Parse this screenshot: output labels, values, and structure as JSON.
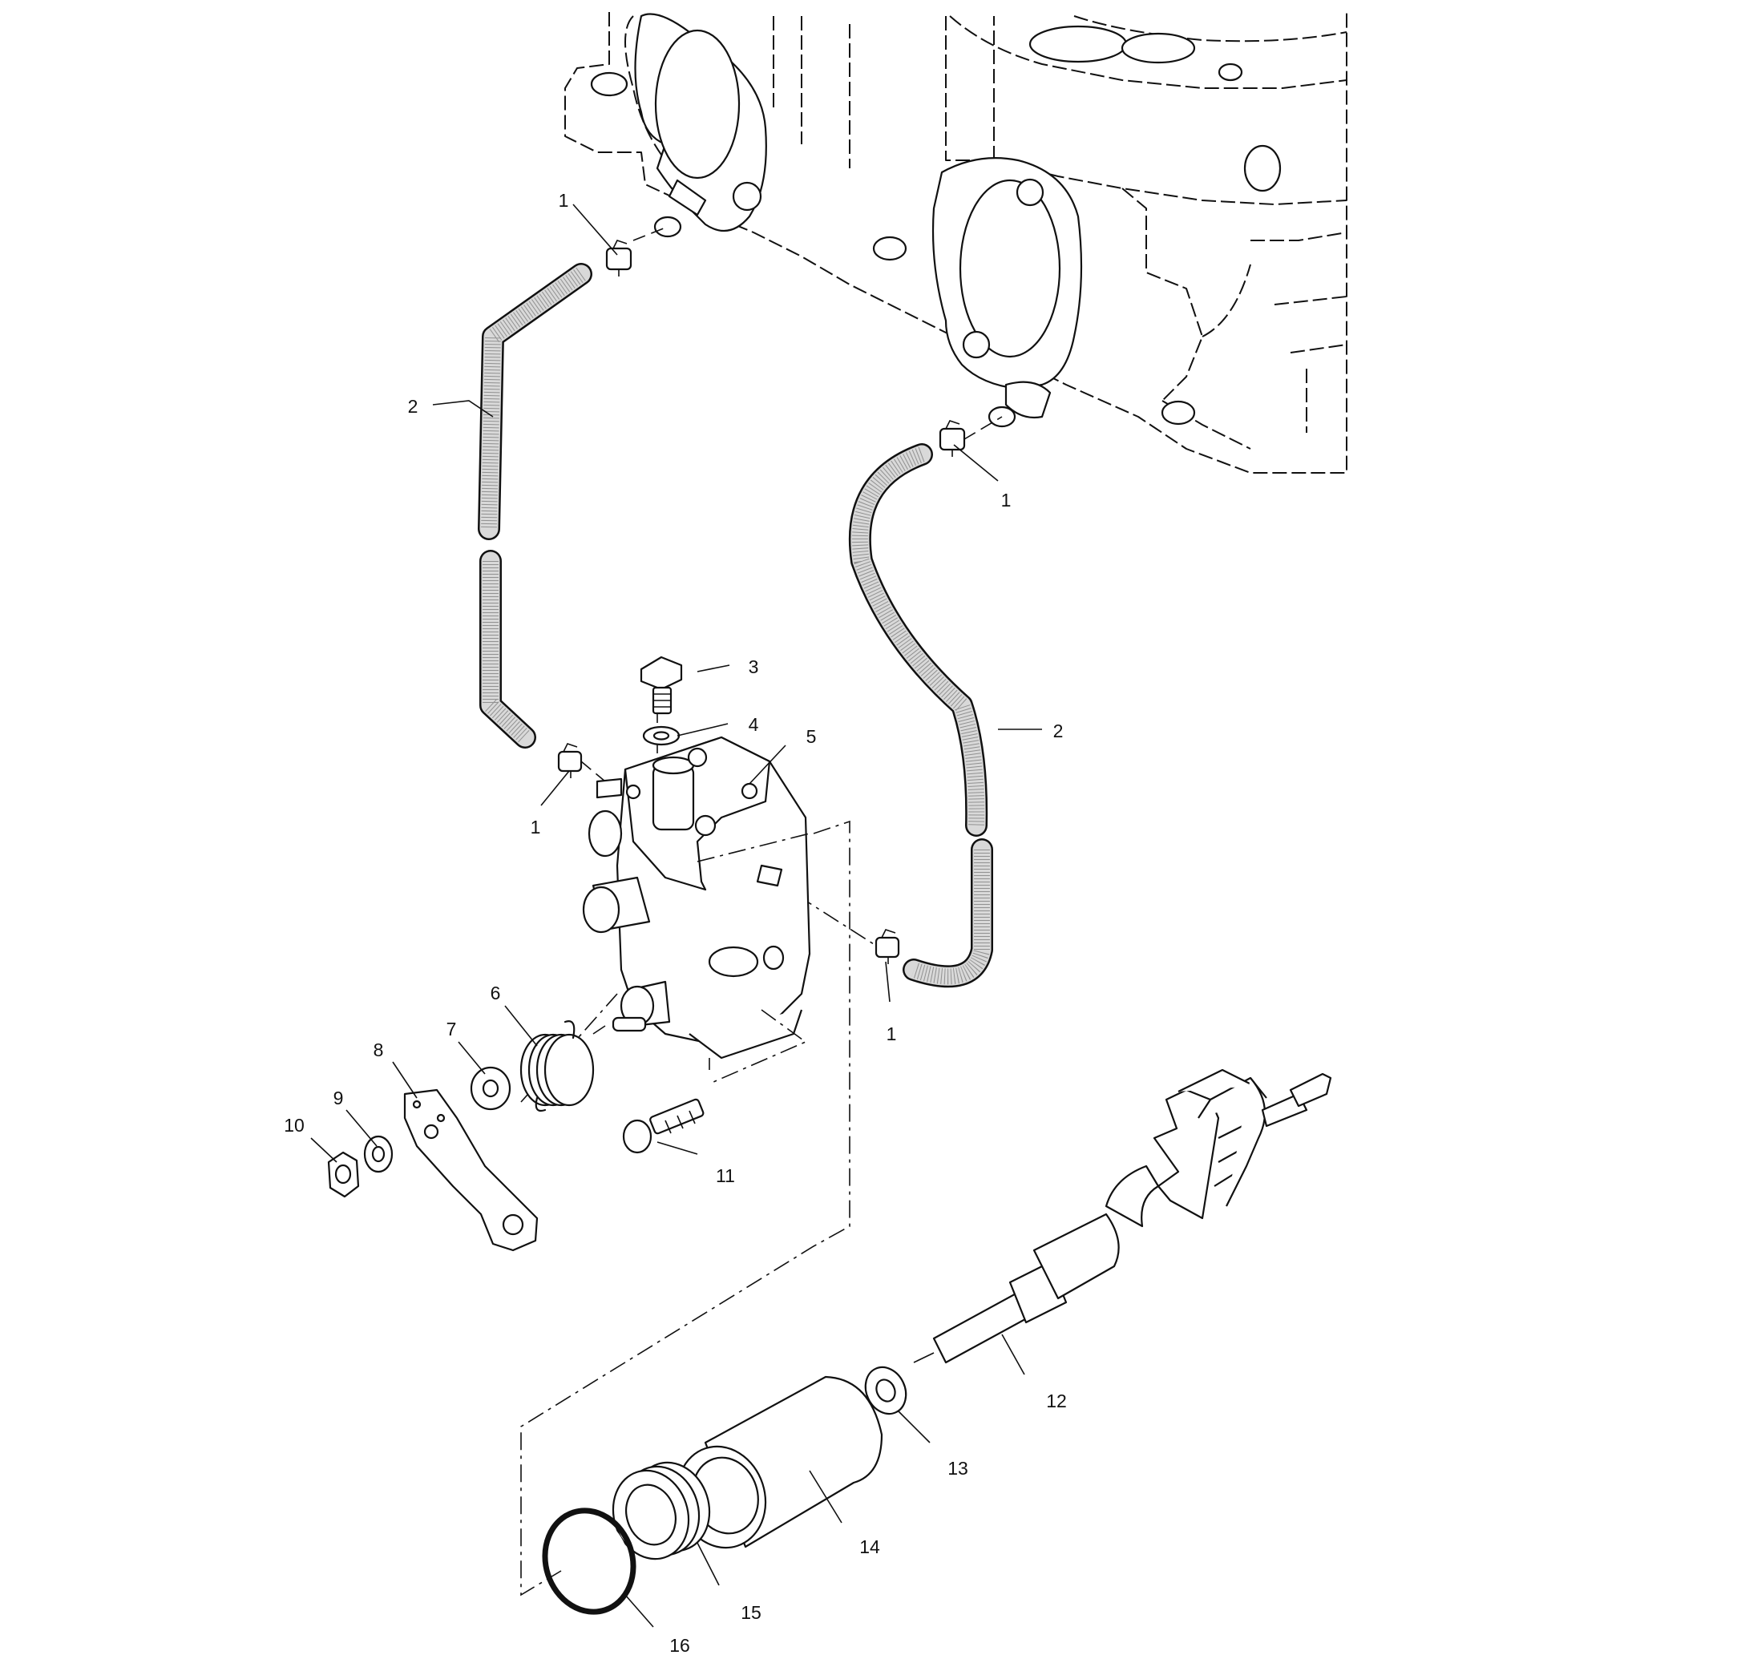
{
  "diagram": {
    "callouts": [
      {
        "id": "c1a",
        "label": "1"
      },
      {
        "id": "c1b",
        "label": "1"
      },
      {
        "id": "c1c",
        "label": "1"
      },
      {
        "id": "c1d",
        "label": "1"
      },
      {
        "id": "c2a",
        "label": "2"
      },
      {
        "id": "c2b",
        "label": "2"
      },
      {
        "id": "c3",
        "label": "3"
      },
      {
        "id": "c4",
        "label": "4"
      },
      {
        "id": "c5",
        "label": "5"
      },
      {
        "id": "c6",
        "label": "6"
      },
      {
        "id": "c7",
        "label": "7"
      },
      {
        "id": "c8",
        "label": "8"
      },
      {
        "id": "c9",
        "label": "9"
      },
      {
        "id": "c10",
        "label": "10"
      },
      {
        "id": "c11",
        "label": "11"
      },
      {
        "id": "c12",
        "label": "12"
      },
      {
        "id": "c13",
        "label": "13"
      },
      {
        "id": "c14",
        "label": "14"
      },
      {
        "id": "c15",
        "label": "15"
      },
      {
        "id": "c16",
        "label": "16"
      }
    ]
  }
}
